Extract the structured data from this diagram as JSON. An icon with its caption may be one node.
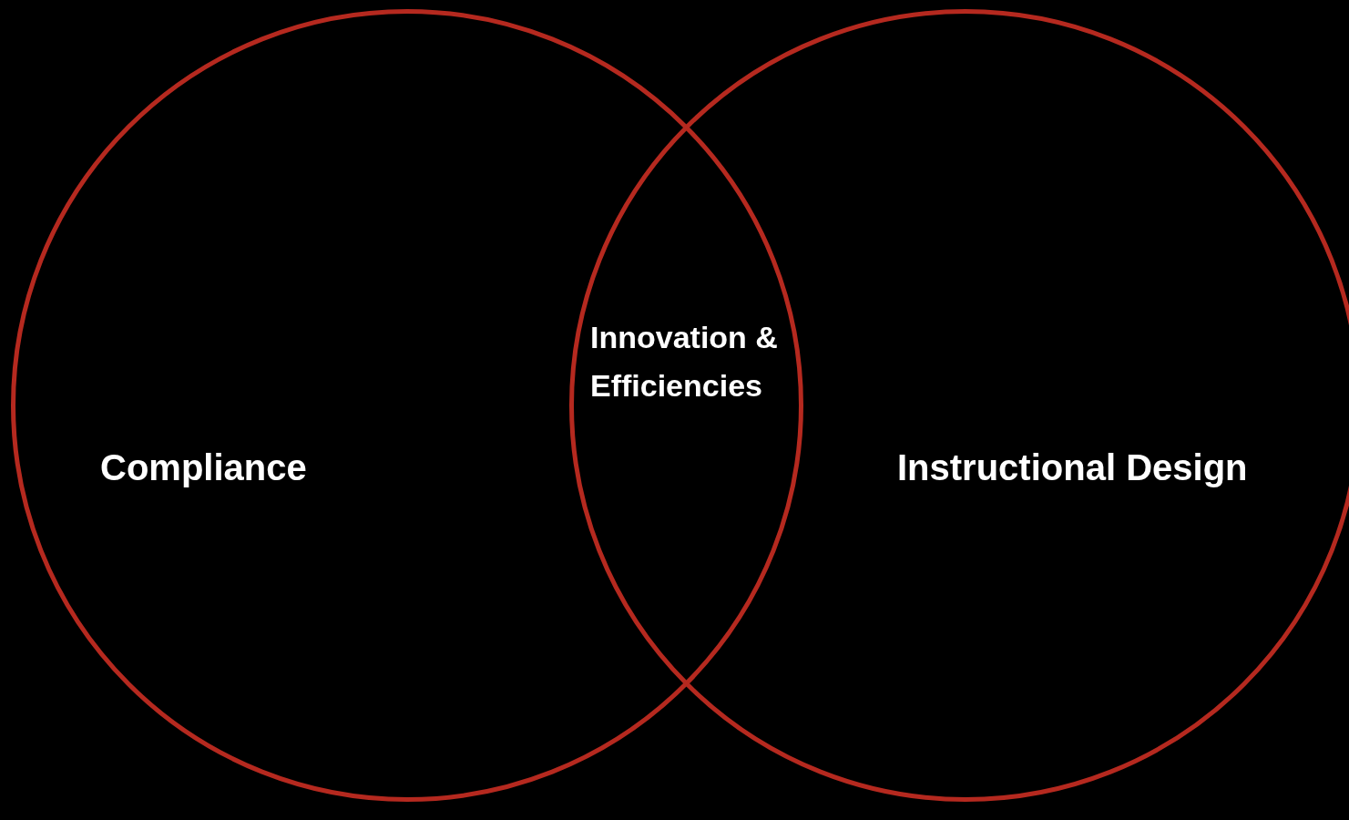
{
  "diagram": {
    "nodes": [
      {
        "text": [
          "Compliance"
        ]
      },
      {
        "text": [
          "Instructional Design"
        ]
      }
    ],
    "labels": [
      "Innovation & Efficiencies"
    ]
  }
}
